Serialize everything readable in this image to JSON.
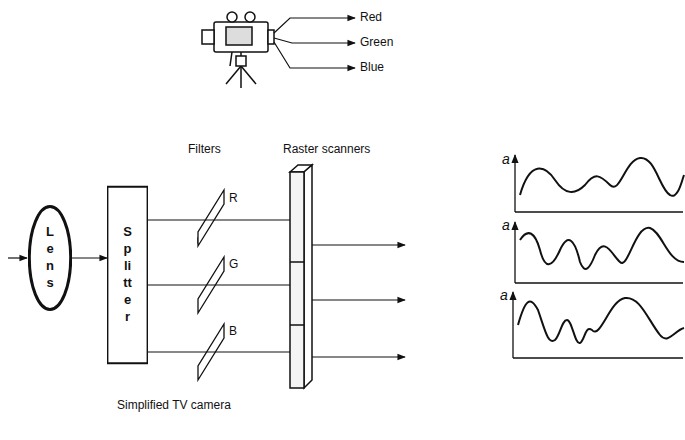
{
  "diagram": {
    "caption": "Simplified TV camera",
    "nodes": [
      {
        "text": [
          "Lens"
        ]
      },
      {
        "text": [
          "Splitter"
        ]
      }
    ],
    "edges": [
      {
        "from": 0,
        "to": 1,
        "arrow": "to"
      }
    ],
    "labels": [
      "Red",
      "Green",
      "Blue",
      "Filters",
      "Raster scanners",
      "R",
      "G",
      "B",
      "a",
      "a",
      "a"
    ]
  }
}
